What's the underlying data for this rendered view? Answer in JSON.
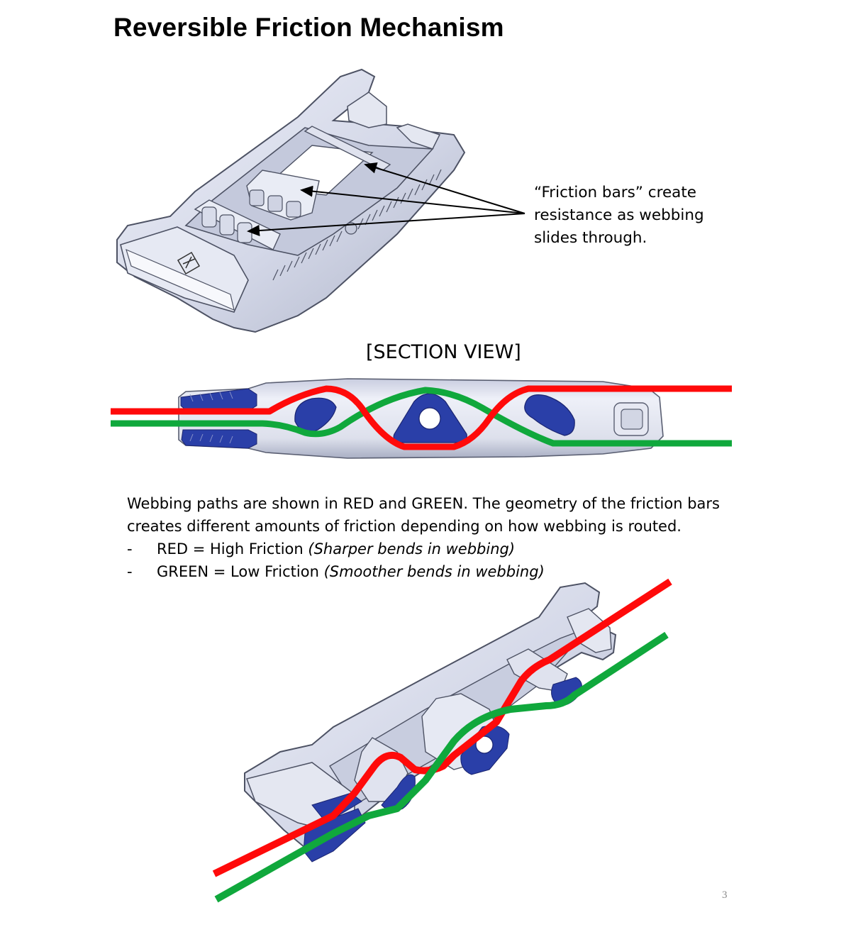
{
  "page": {
    "title": "Reversible Friction Mechanism",
    "page_number": "3"
  },
  "callout": {
    "lines": [
      "“Friction bars” create",
      "resistance as webbing",
      "slides through."
    ]
  },
  "section_view": {
    "label": "[SECTION VIEW]"
  },
  "description": {
    "line1": "Webbing paths are shown in RED and GREEN. The geometry of the friction bars",
    "line2": "creates different amounts of friction depending on how webbing is routed.",
    "bullets": [
      {
        "dash": "-",
        "text": "RED = High Friction ",
        "note": "(Sharper bends in webbing)"
      },
      {
        "dash": "-",
        "text": "GREEN = Low Friction ",
        "note": "(Smoother bends in webbing)"
      }
    ]
  },
  "colors": {
    "red_path": "#ff0a0a",
    "green_path": "#10a83c",
    "friction_bar": "#2a3fa8",
    "buckle_body": "#d7dbe9",
    "buckle_edge": "#555a6a"
  }
}
